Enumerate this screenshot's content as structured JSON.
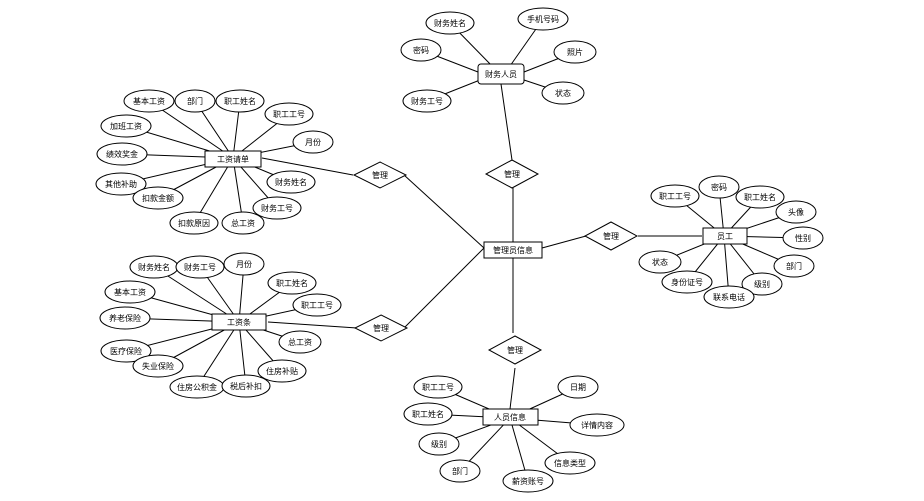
{
  "entities": {
    "finance": "财务人员",
    "admin": "管理员信息",
    "payrequest": "工资请单",
    "payslip": "工资条",
    "employee": "员工",
    "personnel": "人员信息"
  },
  "relations": {
    "r_finance": "管理",
    "r_payrequest": "管理",
    "r_payslip": "管理",
    "r_employee": "管理",
    "r_personnel": "管理"
  },
  "finance_attrs": [
    "财务姓名",
    "手机号码",
    "密码",
    "照片",
    "财务工号",
    "状态"
  ],
  "payrequest_attrs": [
    "基本工资",
    "部门",
    "职工姓名",
    "加班工资",
    "职工工号",
    "月份",
    "绩效奖金",
    "其他补助",
    "财务姓名",
    "扣款金额",
    "财务工号",
    "扣款原因",
    "总工资"
  ],
  "payslip_attrs": [
    "财务姓名",
    "财务工号",
    "月份",
    "基本工资",
    "职工姓名",
    "职工工号",
    "养老保险",
    "医疗保险",
    "总工资",
    "失业保险",
    "住房补贴",
    "住房公积金",
    "税后补扣"
  ],
  "employee_attrs": [
    "职工工号",
    "密码",
    "职工姓名",
    "头像",
    "性别",
    "状态",
    "部门",
    "身份证号",
    "级别",
    "联系电话"
  ],
  "personnel_attrs": [
    "职工工号",
    "日期",
    "职工姓名",
    "详情内容",
    "级别",
    "部门",
    "信息类型",
    "薪资账号"
  ]
}
